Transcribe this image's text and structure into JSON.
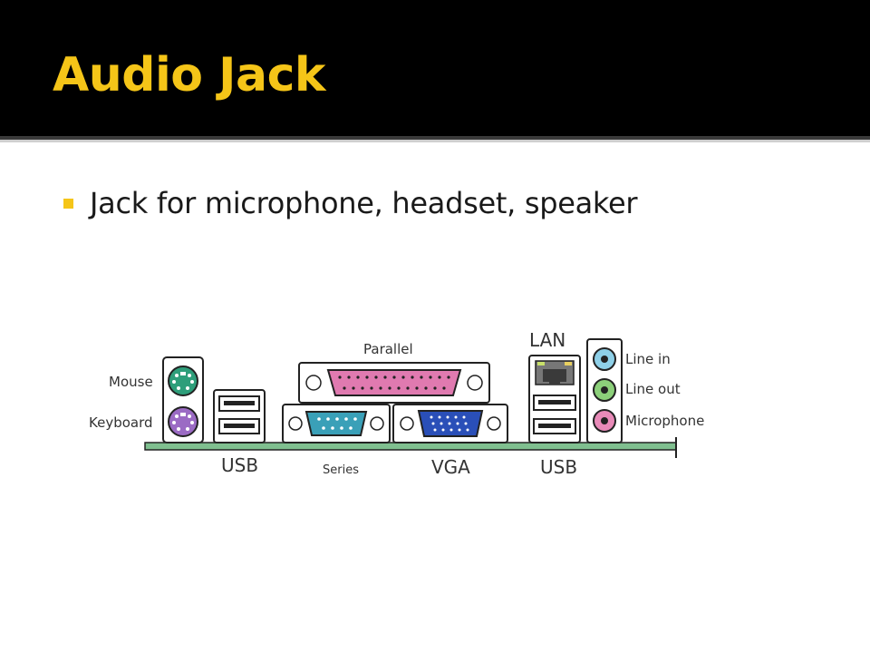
{
  "slide": {
    "title": "Audio Jack",
    "bullets": [
      {
        "text": "Jack for microphone, headset, speaker"
      }
    ]
  },
  "diagram": {
    "labels": {
      "mouse": "Mouse",
      "keyboard": "Keyboard",
      "usb_left": "USB",
      "parallel": "Parallel",
      "series": "Series",
      "vga": "VGA",
      "lan": "LAN",
      "usb_right": "USB",
      "line_in": "Line in",
      "line_out": "Line out",
      "microphone": "Microphone"
    },
    "colors": {
      "mouse_port": "#2E9E7A",
      "keyboard_port": "#9B6BC4",
      "parallel_port": "#E07AB0",
      "serial_port": "#3AA0B8",
      "vga_port": "#2A4FB8",
      "line_in_jack": "#8ED0E8",
      "line_out_jack": "#8CD07A",
      "microphone_jack": "#E88AB8",
      "board": "#7FBF8F"
    },
    "icons": [
      "ps2-mouse-port",
      "ps2-keyboard-port",
      "usb-port",
      "parallel-port",
      "serial-port",
      "vga-port",
      "ethernet-port",
      "audio-jack"
    ]
  },
  "theme": {
    "title_bar": "#000000",
    "title_color": "#F5C518",
    "bullet_color": "#F5C518"
  }
}
